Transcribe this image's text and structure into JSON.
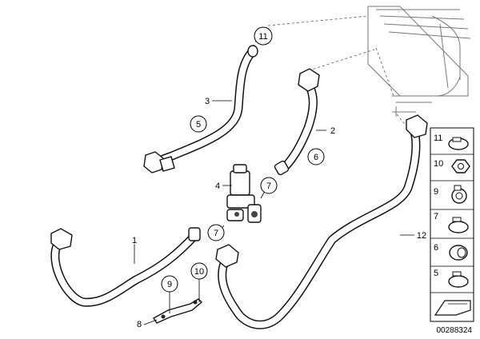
{
  "diagram_id": "00288324",
  "callouts": {
    "c1": "1",
    "c2": "2",
    "c3": "3",
    "c4": "4",
    "c5": "5",
    "c7a": "7",
    "c7b": "7",
    "c9": "9",
    "c10": "10",
    "c11": "11",
    "c12": "12"
  },
  "legend": [
    {
      "num": "11",
      "icon": "hose-clamp-icon"
    },
    {
      "num": "10",
      "icon": "hex-nut-icon"
    },
    {
      "num": "9",
      "icon": "spring-clamp-icon"
    },
    {
      "num": "7",
      "icon": "hose-clamp-icon"
    },
    {
      "num": "6",
      "icon": "rubber-sleeve-icon"
    },
    {
      "num": "5",
      "icon": "hose-clamp-icon"
    }
  ]
}
